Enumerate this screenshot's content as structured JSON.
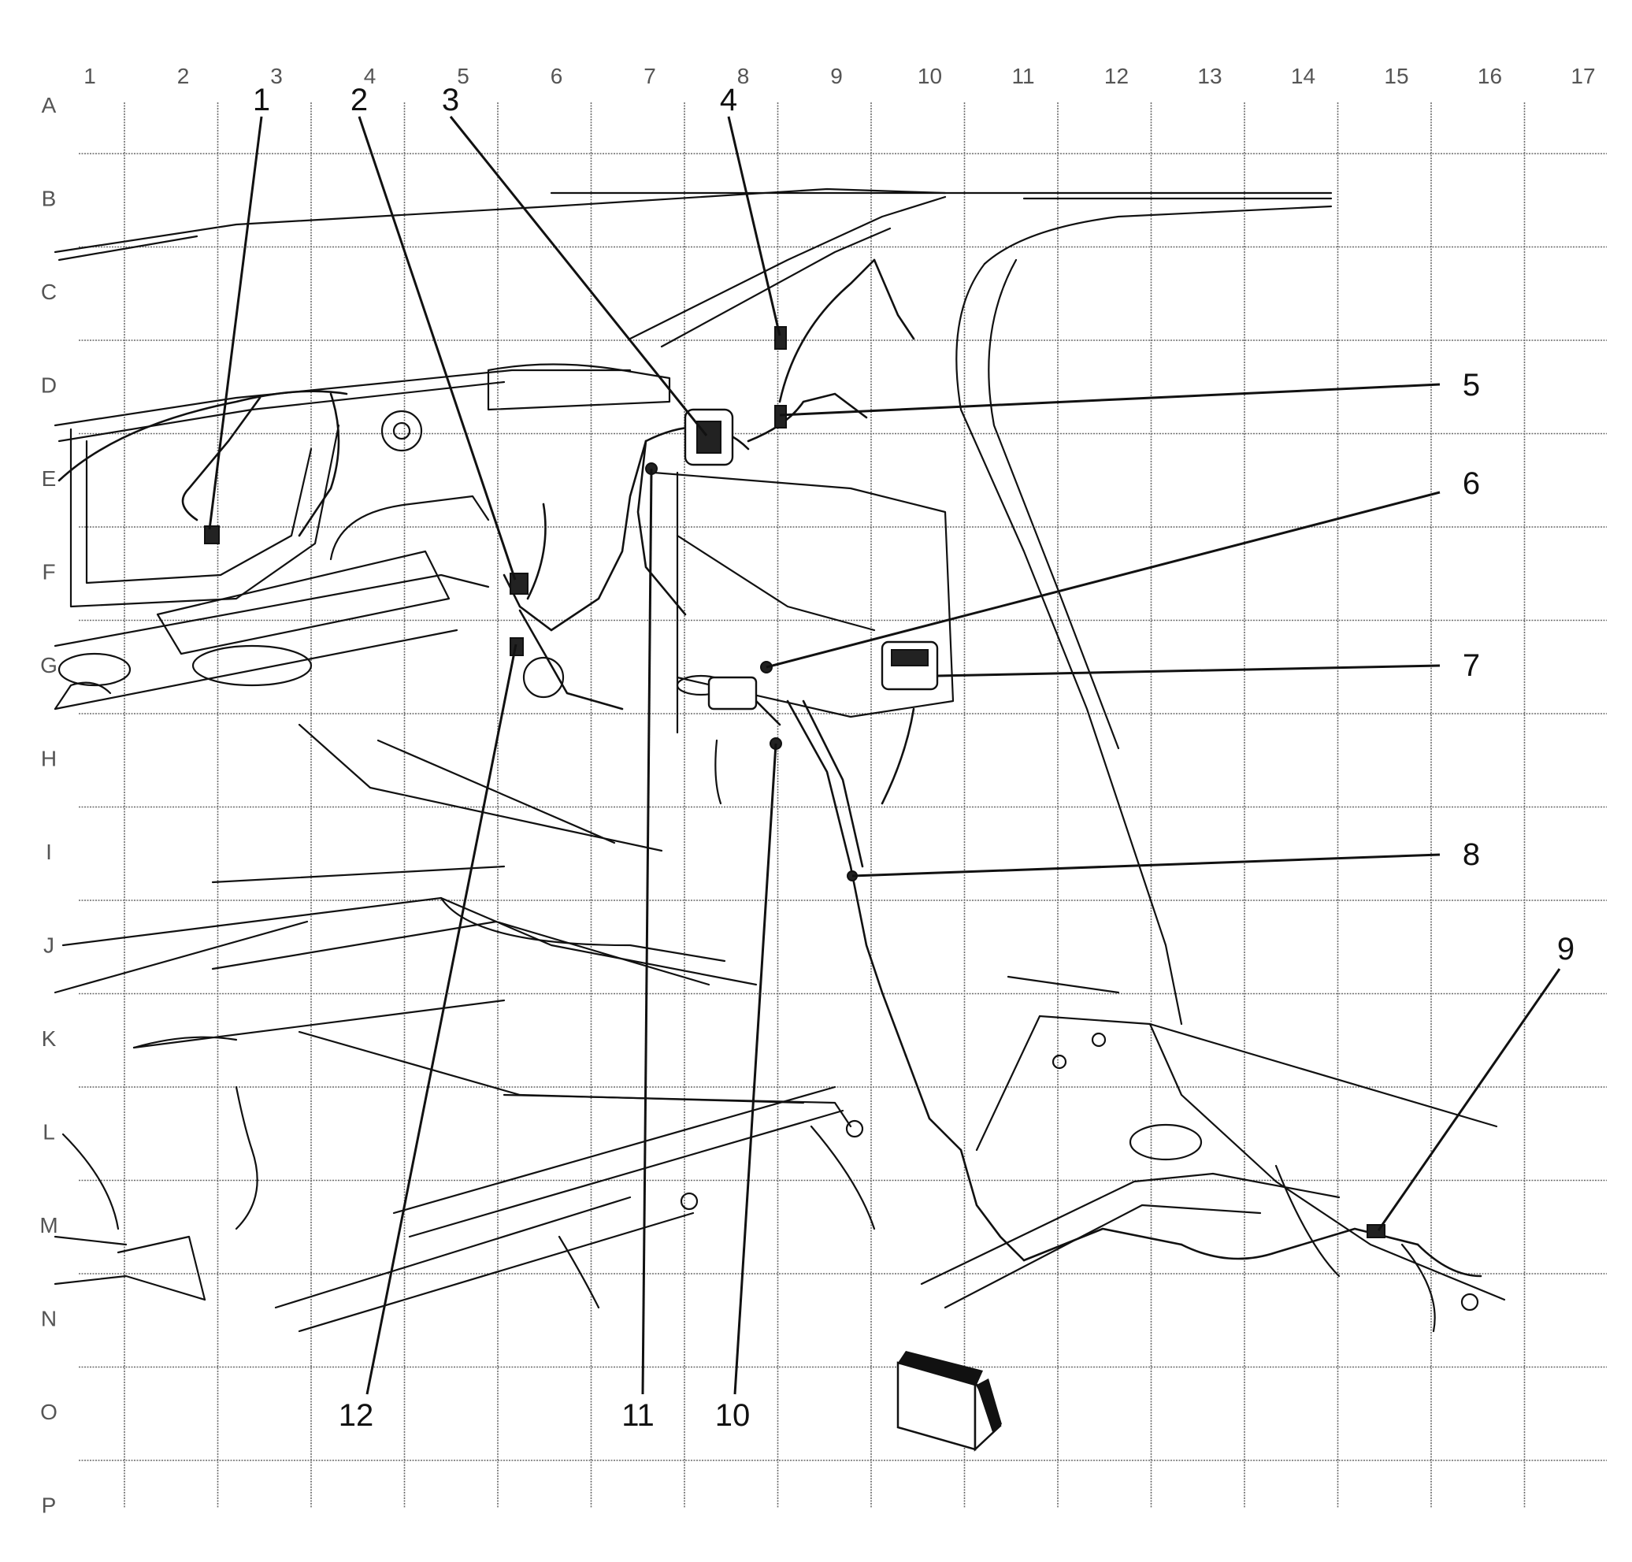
{
  "diagram": {
    "columns": [
      "1",
      "2",
      "3",
      "4",
      "5",
      "6",
      "7",
      "8",
      "9",
      "10",
      "11",
      "12",
      "13",
      "14",
      "15",
      "16",
      "17"
    ],
    "rows": [
      "A",
      "B",
      "C",
      "D",
      "E",
      "F",
      "G",
      "H",
      "I",
      "J",
      "K",
      "L",
      "M",
      "N",
      "O",
      "P"
    ],
    "callouts": [
      {
        "id": "1",
        "label": "1"
      },
      {
        "id": "2",
        "label": "2"
      },
      {
        "id": "3",
        "label": "3"
      },
      {
        "id": "4",
        "label": "4"
      },
      {
        "id": "5",
        "label": "5"
      },
      {
        "id": "6",
        "label": "6"
      },
      {
        "id": "7",
        "label": "7"
      },
      {
        "id": "8",
        "label": "8"
      },
      {
        "id": "9",
        "label": "9"
      },
      {
        "id": "10",
        "label": "10"
      },
      {
        "id": "11",
        "label": "11"
      },
      {
        "id": "12",
        "label": "12"
      }
    ],
    "colors": {
      "line": "#111111",
      "grid": "#6b6b6b",
      "label": "#555555",
      "background": "#ffffff"
    }
  }
}
